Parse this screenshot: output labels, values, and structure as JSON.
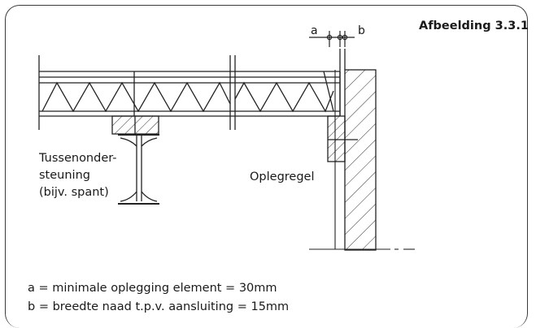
{
  "figure_title": "Afbeelding 3.3.1",
  "labels": {
    "dim_a": "a",
    "dim_b": "b",
    "support_line1": "Tussenonder-",
    "support_line2": "steuning",
    "support_line3": "(bijv. spant)",
    "ledger": "Oplegregel"
  },
  "legend": {
    "line_a": "a = minimale oplegging element = 30mm",
    "line_b": "b = breedte naad t.p.v. aansluiting = 15mm"
  }
}
